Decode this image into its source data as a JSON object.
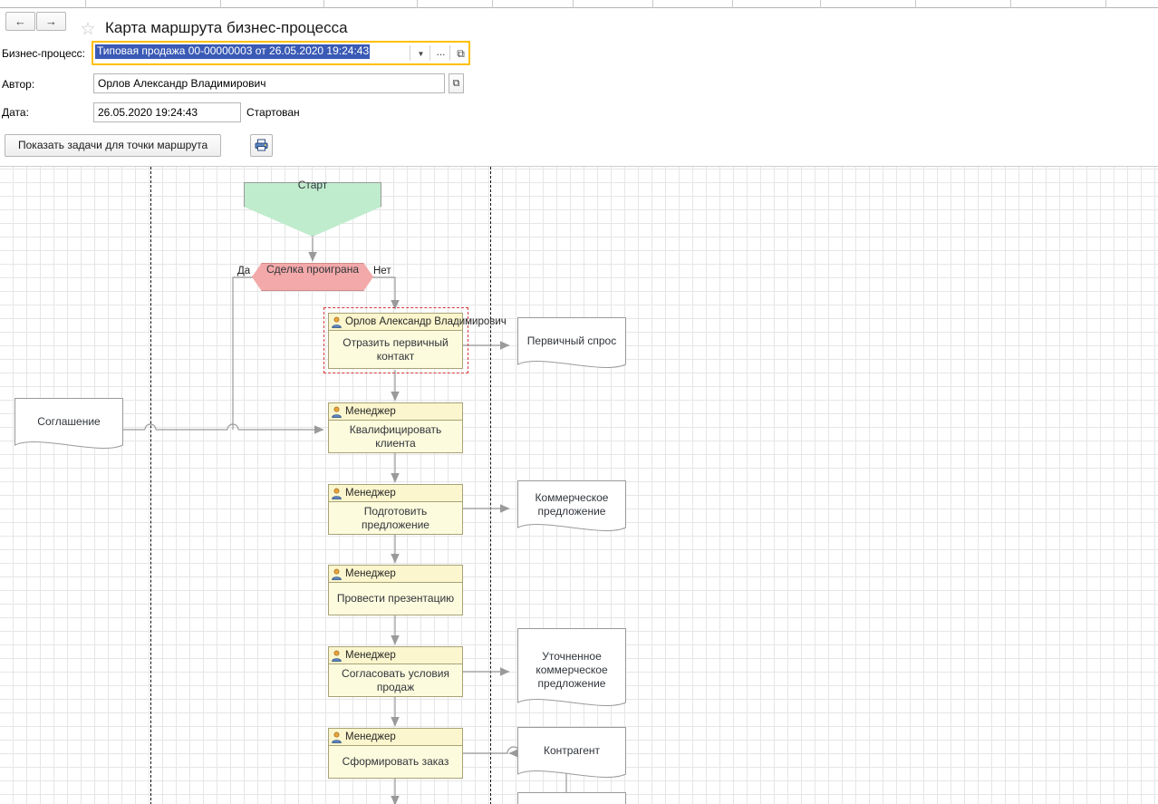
{
  "window": {
    "tab_dividers_x": [
      94,
      243,
      357,
      460,
      543,
      632,
      720,
      808,
      905,
      1010,
      1115,
      1220
    ]
  },
  "header": {
    "back_icon": "←",
    "forward_icon": "→",
    "favorite_icon": "☆",
    "title": "Карта маршрута бизнес-процесса"
  },
  "form": {
    "business_process": {
      "label": "Бизнес-процесс:",
      "value": "Типовая продажа 00-00000003 от 26.05.2020 19:24:43",
      "dropdown_icon": "▼",
      "select_icon": "...",
      "open_icon": "⧉",
      "focus_color": "#ffc000",
      "selection_color": "#3a5ab5"
    },
    "author": {
      "label": "Автор:",
      "value": "Орлов Александр Владимирович",
      "open_icon": "⧉"
    },
    "date": {
      "label": "Дата:",
      "value": "26.05.2020 19:24:43"
    },
    "status": "Стартован"
  },
  "toolbar": {
    "show_tasks_label": "Показать задачи для точки маршрута",
    "print_icon": "printer-icon"
  },
  "diagram": {
    "start": {
      "label": "Старт",
      "fill": "#bfeccd"
    },
    "condition": {
      "label": "Сделка проиграна",
      "fill": "#f3a9a9"
    },
    "branch_yes": "Да",
    "branch_no": "Нет",
    "tasks": [
      {
        "role": "Орлов Александр Владимирович",
        "title": "Отразить первичный контакт",
        "selected": true
      },
      {
        "role": "Менеджер",
        "title": "Квалифицировать клиента",
        "selected": false
      },
      {
        "role": "Менеджер",
        "title": "Подготовить предложение",
        "selected": false
      },
      {
        "role": "Менеджер",
        "title": "Провести презентацию",
        "selected": false
      },
      {
        "role": "Менеджер",
        "title": "Согласовать условия продаж",
        "selected": false
      },
      {
        "role": "Менеджер",
        "title": "Сформировать заказ",
        "selected": false
      }
    ],
    "documents": [
      {
        "label": "Соглашение"
      },
      {
        "label": "Первичный спрос"
      },
      {
        "label": "Коммерческое предложение"
      },
      {
        "label": "Уточненное коммерческое предложение"
      },
      {
        "label": "Контрагент"
      }
    ]
  }
}
